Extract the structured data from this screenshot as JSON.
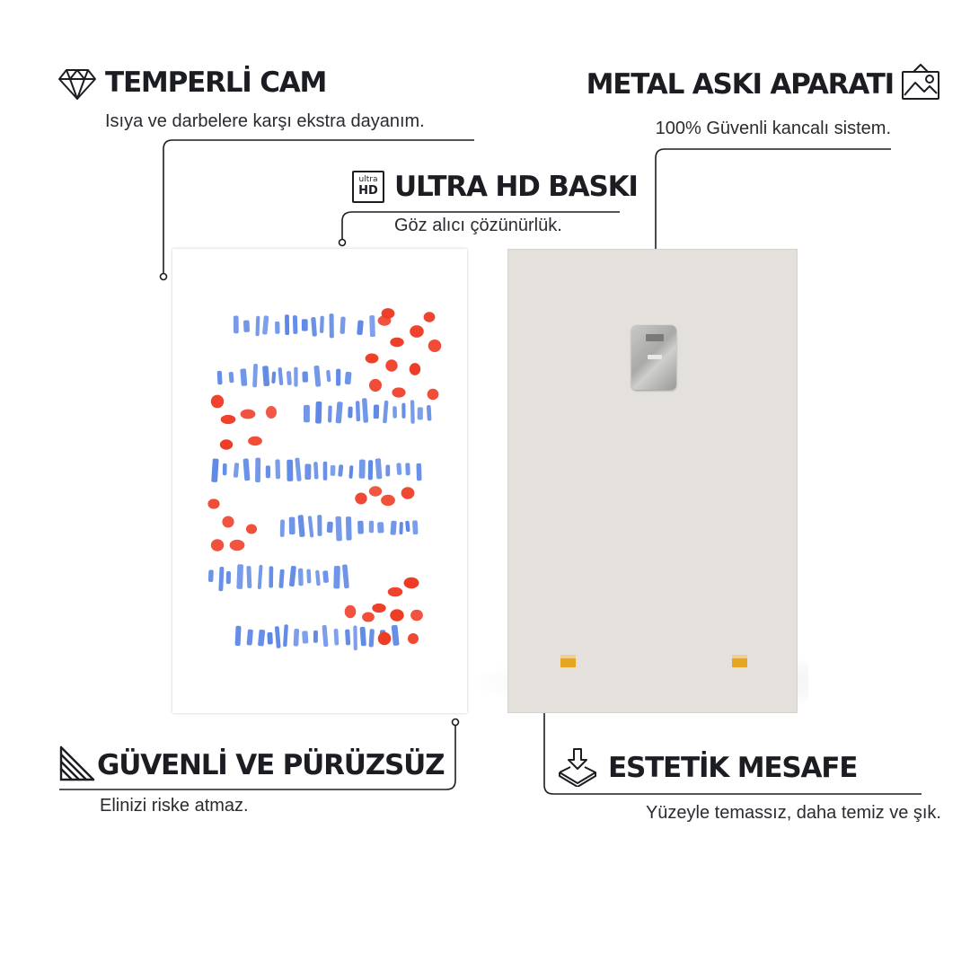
{
  "features": {
    "tempered": {
      "title": "TEMPERLİ CAM",
      "subtitle": "Isıya ve darbelere karşı ekstra dayanım.",
      "icon": "diamond-icon"
    },
    "hanger": {
      "title": "METAL ASKI APARATI",
      "subtitle": "100% Güvenli kancalı sistem.",
      "icon": "framed-picture-icon"
    },
    "print": {
      "title": "ULTRA HD BASKI",
      "subtitle": "Göz alıcı çözünürlük.",
      "icon": "ultra-hd-icon",
      "icon_top": "ultra",
      "icon_bottom": "HD"
    },
    "safe": {
      "title": "GÜVENLİ VE PÜRÜZSÜZ",
      "subtitle": "Elinizi riske atmaz.",
      "icon": "smooth-edge-icon"
    },
    "distance": {
      "title": "ESTETİK MESAFE",
      "subtitle": "Yüzeyle temassız, daha temiz ve şık.",
      "icon": "layer-down-arrow-icon"
    }
  },
  "colors": {
    "text": "#1c1d22",
    "artwork_blue": "#5b86e5",
    "artwork_red": "#ee3b24",
    "backing": "#e4e1dc",
    "spacer": "#e5a623"
  }
}
